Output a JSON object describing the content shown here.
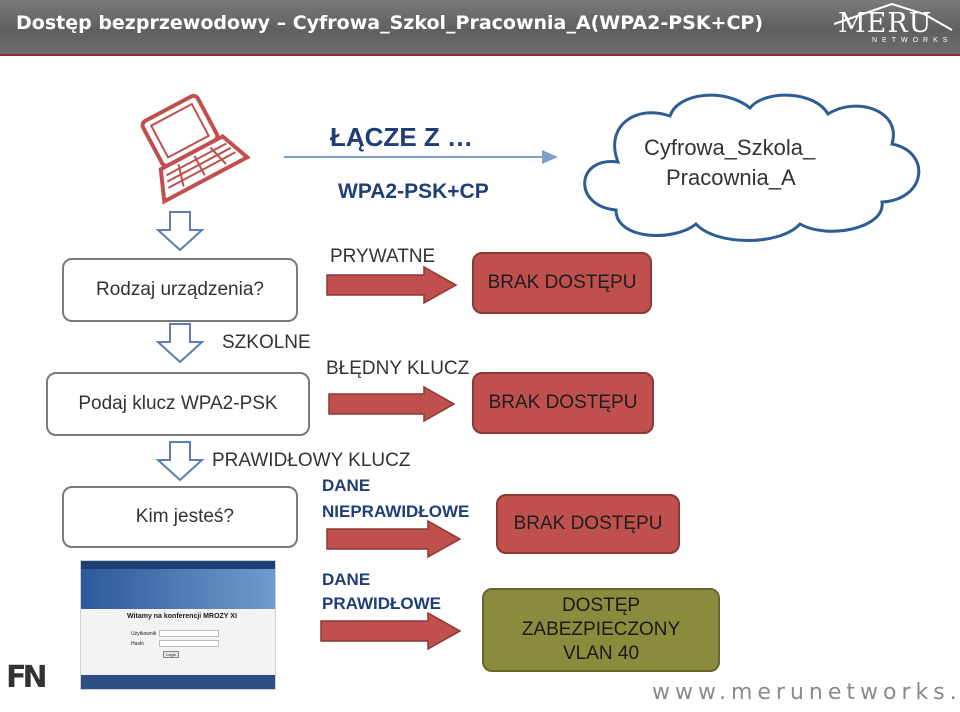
{
  "header": {
    "title": "Dostęp bezprzewodowy – Cyfrowa_Szkol_Pracownia_A(WPA2-PSK+CP)",
    "brand_name": "MERU",
    "brand_sub": "NETWORKS"
  },
  "connect": {
    "title": "ŁĄCZE Z …",
    "security": "WPA2-PSK+CP"
  },
  "network": {
    "line1": "Cyfrowa_Szkola_",
    "line2": "Pracownia_A"
  },
  "steps": {
    "device_type": "Rodzaj urządzenia?",
    "enter_key": "Podaj klucz WPA2-PSK",
    "who_are_you": "Kim jesteś?"
  },
  "branches": {
    "private": "PRYWATNE",
    "school": "SZKOLNE",
    "wrong_key": "BŁĘDNY KLUCZ",
    "correct_key": "PRAWIDŁOWY KLUCZ",
    "invalid_data_1": "DANE",
    "invalid_data_2": "NIEPRAWIDŁOWE",
    "valid_data_1": "DANE",
    "valid_data_2": "PRAWIDŁOWE"
  },
  "results": {
    "no_access_1": "BRAK DOSTĘPU",
    "no_access_2": "BRAK DOSTĘPU",
    "no_access_3": "BRAK DOSTĘPU",
    "access_line1": "DOSTĘP",
    "access_line2": "ZABEZPIECZONY",
    "access_line3": "VLAN 40"
  },
  "portal": {
    "title": "Witamy na konferencji MROZY XI",
    "user_label": "Użytkownik",
    "password_label": "Hasło",
    "login_button": "Login"
  },
  "footer": {
    "logo": "FN",
    "website": "www.merunetworks.pl"
  },
  "colors": {
    "deny": "#c0504d",
    "grant": "#8b8b3e",
    "arrow": "#c0504d",
    "accent_text": "#1f3e78"
  }
}
